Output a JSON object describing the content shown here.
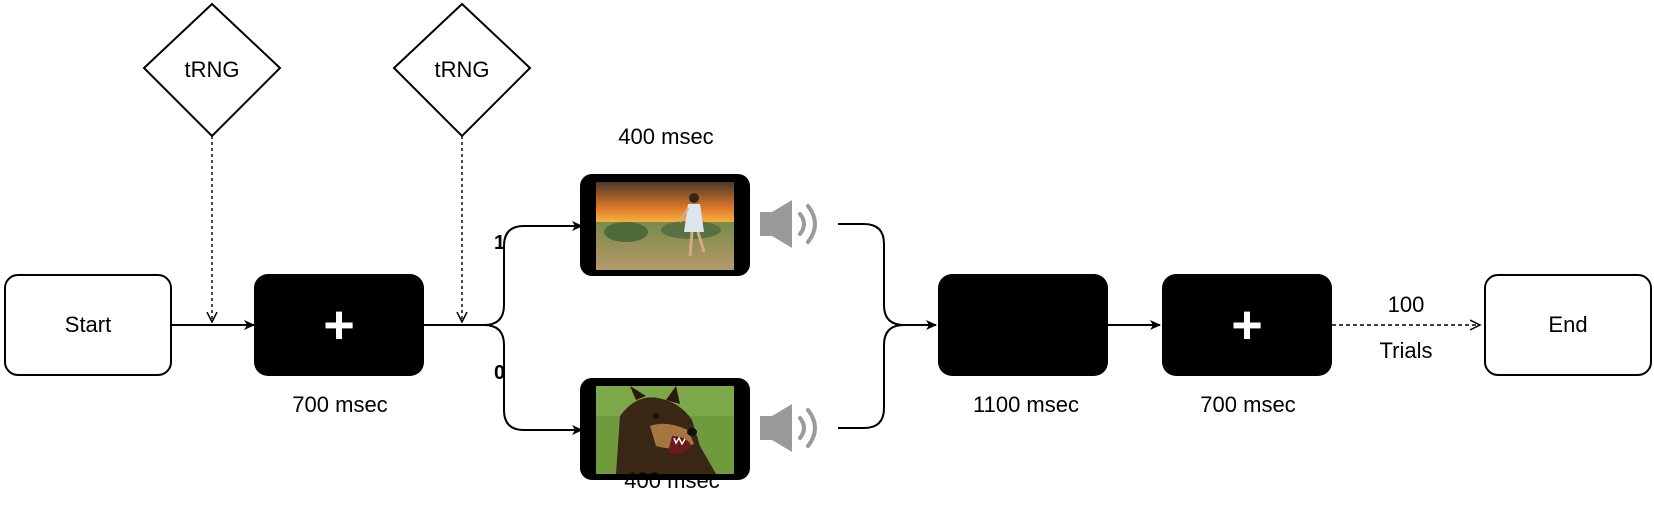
{
  "nodes": {
    "start": "Start",
    "end": "End",
    "trng_1": "tRNG",
    "trng_2": "tRNG",
    "fixation_1_symbol": "+",
    "fixation_2_symbol": "+"
  },
  "durations": {
    "fixation_1": "700 msec",
    "stimulus_positive": "400 msec",
    "stimulus_negative": "400 msec",
    "blank": "1100 msec",
    "fixation_2": "700 msec"
  },
  "branches": {
    "positive": "1",
    "negative": "0"
  },
  "loop": {
    "count": "100",
    "unit": "Trials"
  },
  "icons": {
    "sound": "speaker-sound-icon",
    "stimulus_positive": "woman-sunset-photo",
    "stimulus_negative": "snarling-dog-photo"
  }
}
